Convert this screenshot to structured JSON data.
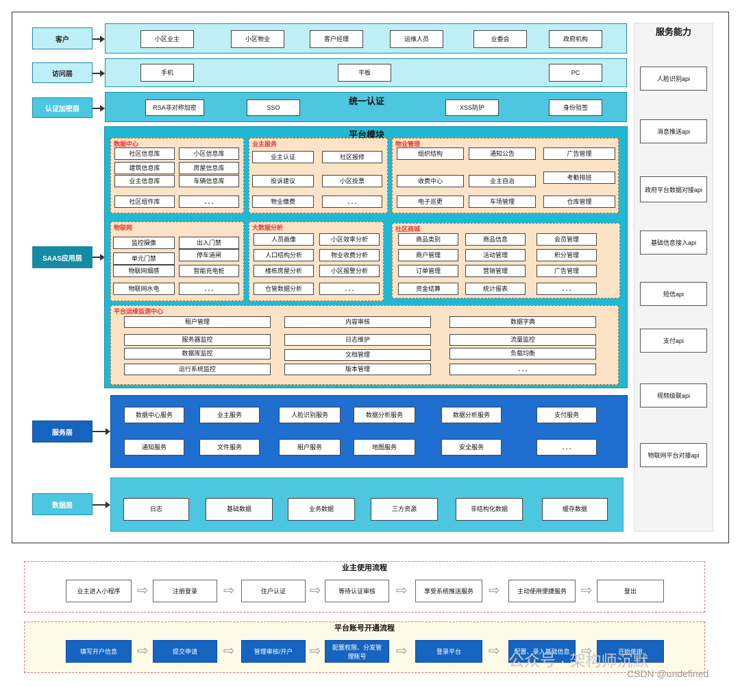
{
  "layers": {
    "customer": "客户",
    "access": "访问层",
    "auth": "认证加密层",
    "saas": "SAAS应用层",
    "service": "服务层",
    "data": "数据层"
  },
  "customer_items": [
    "小区业主",
    "小区物业",
    "客户经理",
    "运维人员",
    "业委会",
    "政府机构"
  ],
  "access_items": [
    "手机",
    "平板",
    "PC"
  ],
  "auth": {
    "title": "统一认证",
    "items": [
      "RSA非对称加密",
      "SSO",
      "XSS防护",
      "身份验签"
    ]
  },
  "platform": {
    "title": "平台模块",
    "data_center": {
      "title": "数据中心",
      "items": [
        "社区信息库",
        "小区信息库",
        "建筑信息库",
        "房屋信息库",
        "业主信息库",
        "车辆信息库",
        "社区组件库",
        ". . ."
      ]
    },
    "owner_service": {
      "title": "业主服务",
      "items": [
        "业主认证",
        "社区报修",
        "投诉建议",
        "小区投票",
        "物业缴费",
        ". . ."
      ]
    },
    "property": {
      "title": "物业管理",
      "items": [
        "组织结构",
        "通知公告",
        "广告管理",
        "收费中心",
        "业主自治",
        "考勤排班",
        "电子巡更",
        "车场管理",
        "仓库管理"
      ]
    },
    "iot": {
      "title": "物联网",
      "items": [
        "监控摄像",
        "出入门禁",
        "单元门禁",
        "停车道闸",
        "物联网烟感",
        "智能充电桩",
        "物联网水电",
        ". . ."
      ]
    },
    "bigdata": {
      "title": "大数据分析",
      "items": [
        "人员画像",
        "小区效率分析",
        "人口结构分析",
        "物业收费分析",
        "楼栋房屋分析",
        "小区报警分析",
        "仓管数据分析",
        ". . ."
      ]
    },
    "mall": {
      "title": "社区商城",
      "items": [
        "商品类别",
        "商品信息",
        "会员管理",
        "商户管理",
        "活动管理",
        "积分管理",
        "订单管理",
        "营销管理",
        "广告管理",
        "资金结算",
        "统计报表",
        ". . ."
      ]
    },
    "ops": {
      "title": "平台运维监测中心",
      "items": [
        "租户管理",
        "内容审核",
        "数据字典",
        "服务器监控",
        "日志维护",
        "流量监控",
        "数据库监控",
        "文档管理",
        "负载均衡",
        "运行系统监控",
        "版本管理",
        ". . ."
      ]
    }
  },
  "service_items": [
    "数据中心服务",
    "业主服务",
    "人脸识别服务",
    "数据分析服务",
    "数据分析服务",
    "支付服务",
    "通知服务",
    "文件服务",
    "租户服务",
    "地图服务",
    "安全服务",
    ". . ."
  ],
  "data_items": [
    "日志",
    "基础数据",
    "业务数据",
    "三方资源",
    "非结构化数据",
    "缓存数据"
  ],
  "capabilities": {
    "title": "服务能力",
    "items": [
      "人脸识别api",
      "消息推送api",
      "政府平台数据对接api",
      "基础信息接入api",
      "短信api",
      "支付api",
      "视频级联api",
      "物联网平台对接api"
    ]
  },
  "flow1": {
    "title": "业主使用流程",
    "steps": [
      "业主进入小程序",
      "注册登录",
      "住户认证",
      "等待认证审核",
      "享受系统推送服务",
      "主动使用便捷服务",
      "登出"
    ]
  },
  "flow2": {
    "title": "平台账号开通流程",
    "steps": [
      "填写开户信息",
      "提交申请",
      "管理审核/开户",
      "配置权限、分发管理账号",
      "登录平台",
      "配置、录入基础信息",
      "开始使用"
    ]
  },
  "watermark": "公众号 · 架构师沉默",
  "credit": "CSDN @undefined"
}
